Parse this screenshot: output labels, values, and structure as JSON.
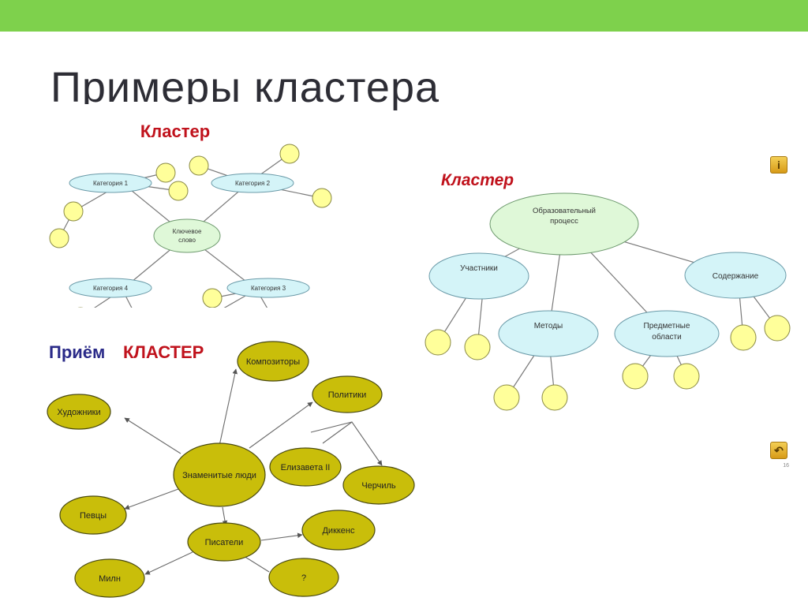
{
  "slide": {
    "title": "Примеры кластера"
  },
  "cluster1": {
    "title": "Кластер",
    "center": "Ключевое слово",
    "center_lines": [
      "Ключевое",
      "слово"
    ],
    "categories": [
      "Категория 1",
      "Категория 2",
      "Категория 4",
      "Категория 3"
    ]
  },
  "cluster2": {
    "title": "Кластер",
    "center_lines": [
      "Образовательный",
      "процесс"
    ],
    "nodes": [
      "Участники",
      "Методы",
      "Предметные области",
      "Содержание"
    ],
    "node_lines_subject": [
      "Предметные",
      "области"
    ],
    "info_icon": "info-icon",
    "return_icon": "return-icon",
    "page_number": "16"
  },
  "cluster3": {
    "title_part1": "Приём",
    "title_part2": "КЛАСТЕР",
    "center": "Знаменитые люди",
    "nodes": [
      "Композиторы",
      "Художники",
      "Политики",
      "Елизавета II",
      "Черчиль",
      "Певцы",
      "Писатели",
      "Диккенс",
      "Милн",
      "?"
    ]
  },
  "colors": {
    "top_bar": "#7ed14c",
    "light_blue": "#d4f4f8",
    "light_green": "#dff8d8",
    "yellow_circle": "#ffff9a",
    "olive": "#c9be0a",
    "title_red": "#c0121c",
    "title_navy": "#2a2a88"
  }
}
